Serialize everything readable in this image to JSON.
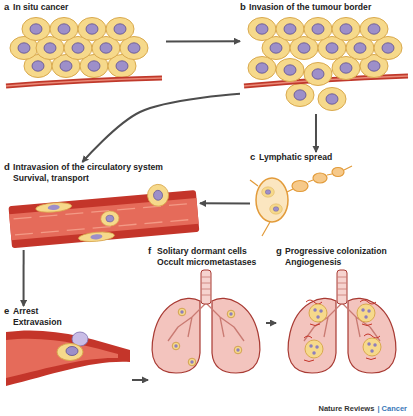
{
  "diagram": {
    "nodes": [
      {
        "text": [
          "a",
          "In situ cancer"
        ]
      },
      {
        "text": [
          "b",
          "Invasion of the tumour border"
        ]
      },
      {
        "text": [
          "c",
          "Lymphatic spread"
        ]
      },
      {
        "text": [
          "d",
          "Intravasion of the circulatory system",
          "Survival, transport"
        ]
      },
      {
        "text": [
          "e",
          "Arrest",
          "Extravasion"
        ]
      },
      {
        "text": [
          "f",
          "Solitary dormant cells",
          "Occult micrometastases"
        ]
      },
      {
        "text": [
          "g",
          "Progressive colonization",
          "Angiogenesis"
        ]
      }
    ],
    "edges": [
      {
        "from": 0,
        "to": 1,
        "arrow": "to"
      },
      {
        "from": 1,
        "to": 2,
        "arrow": "to"
      },
      {
        "from": 1,
        "to": 3,
        "arrow": "to"
      },
      {
        "from": 2,
        "to": 3,
        "arrow": "to"
      },
      {
        "from": 3,
        "to": 4,
        "arrow": "to"
      },
      {
        "from": 4,
        "to": 5,
        "arrow": "to"
      },
      {
        "from": 5,
        "to": 6,
        "arrow": "to"
      }
    ],
    "labels": [
      "Nature Reviews",
      "| Cancer"
    ]
  }
}
